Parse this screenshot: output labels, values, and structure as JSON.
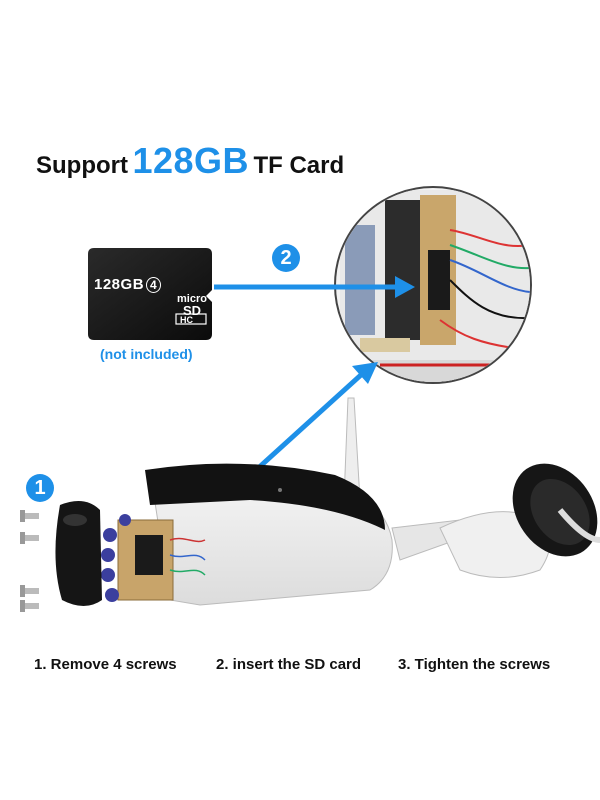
{
  "headline": {
    "prefix": "Support",
    "capacity": "128GB",
    "suffix": "TF Card"
  },
  "card": {
    "capacity_label": "128GB",
    "class_mark": "4",
    "micro": "micro",
    "sd": "SD",
    "hc": "HC",
    "note": "(not included)"
  },
  "badges": {
    "first": "1",
    "second": "2"
  },
  "steps": [
    "1. Remove 4 screws",
    "2. insert the SD card",
    "3. Tighten the screws"
  ],
  "colors": {
    "accent": "#1e90e8",
    "text": "#111111",
    "card": "#111111"
  }
}
